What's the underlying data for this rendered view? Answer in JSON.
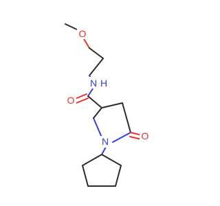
{
  "molecule": {
    "atoms": [
      {
        "id": "o_ether",
        "symbol": "O",
        "color": "#e8332b"
      },
      {
        "id": "n_amide",
        "symbol": "N",
        "color": "#3040e0"
      },
      {
        "id": "h_amide",
        "symbol": "H",
        "color": "#3040e0"
      },
      {
        "id": "o_amide",
        "symbol": "O",
        "color": "#e8332b"
      },
      {
        "id": "n_ring",
        "symbol": "N",
        "color": "#3040e0"
      },
      {
        "id": "o_lactam",
        "symbol": "O",
        "color": "#e8332b"
      }
    ],
    "colors": {
      "carbon_bond": "#2b2b2b",
      "oxygen": "#e8332b",
      "nitrogen": "#3040e0",
      "background": "#ffffff"
    }
  }
}
